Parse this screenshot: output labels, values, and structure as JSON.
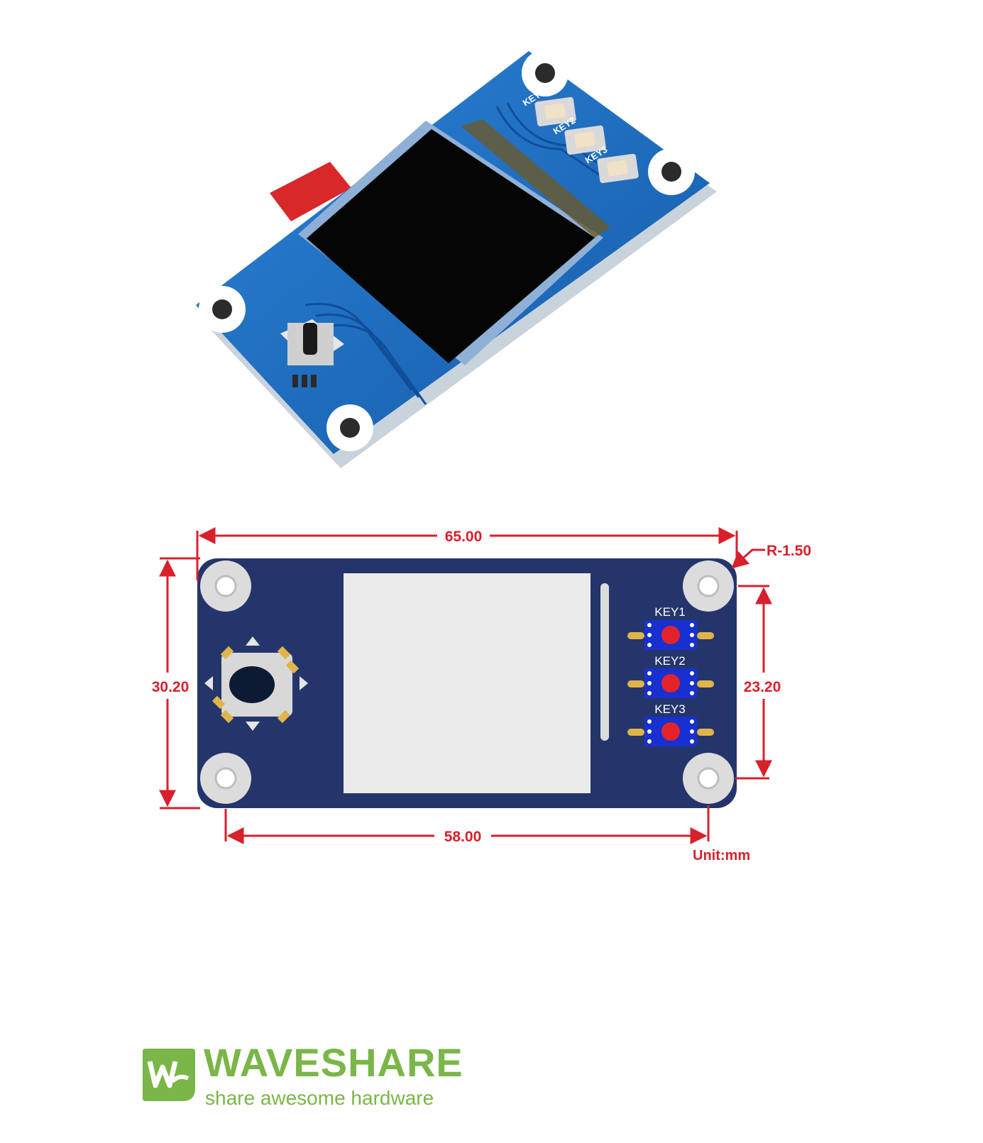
{
  "photo": {
    "key_labels": [
      "KEY1",
      "KEY2",
      "KEY3"
    ]
  },
  "drawing": {
    "dim_width": "65.00",
    "dim_hole_spacing_x": "58.00",
    "dim_height": "30.20",
    "dim_hole_spacing_y": "23.20",
    "corner_radius": "R-1.50",
    "unit": "Unit:mm",
    "key_labels": [
      "KEY1",
      "KEY2",
      "KEY3"
    ]
  },
  "brand": {
    "name": "WAVESHARE",
    "tagline": "share awesome hardware"
  },
  "colors": {
    "pcb_photo": "#1f6fc4",
    "pcb_drawing": "#24356b",
    "dimension": "#d8202c",
    "brand_green": "#7ab648"
  }
}
